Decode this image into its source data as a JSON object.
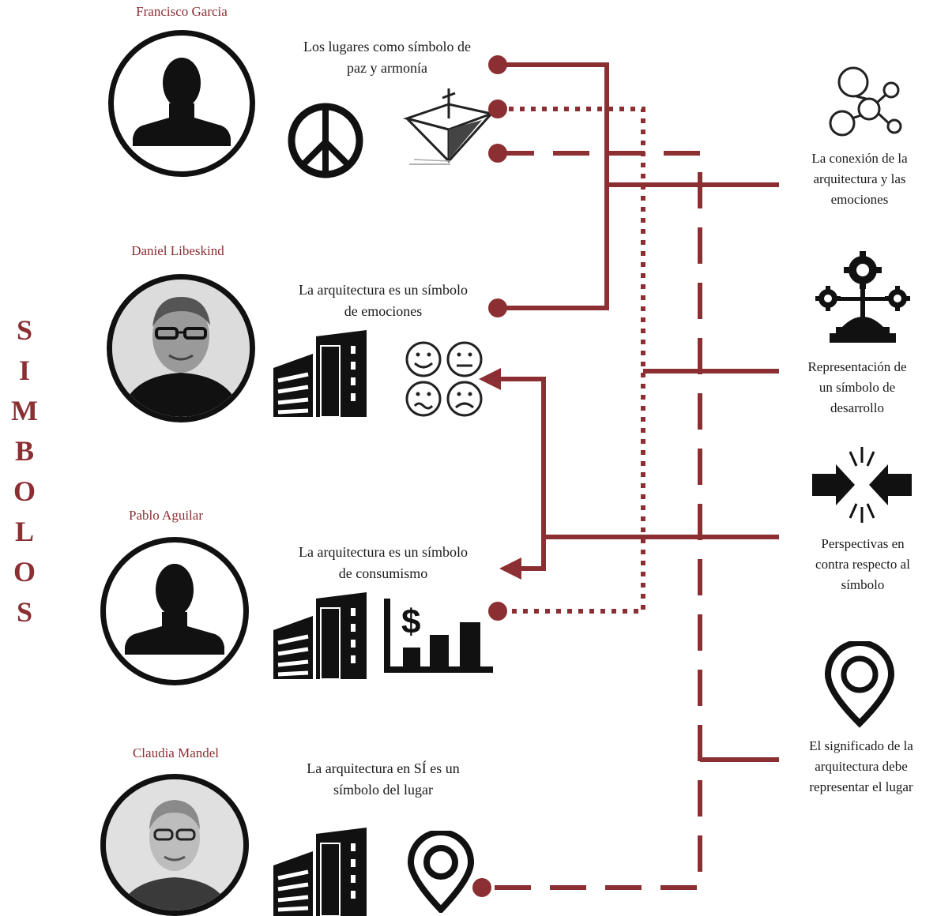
{
  "side_title": [
    "S",
    "I",
    "M",
    "B",
    "O",
    "L",
    "O",
    "S"
  ],
  "authors": [
    {
      "name": "Francisco Garcia",
      "statement_lines": [
        "Los lugares como símbolo de",
        "paz y armonía"
      ]
    },
    {
      "name": "Daniel Libeskind",
      "statement_lines": [
        "La arquitectura es un símbolo",
        "de emociones"
      ]
    },
    {
      "name": "Pablo Aguilar",
      "statement_lines": [
        "La arquitectura es un símbolo",
        "de consumismo"
      ]
    },
    {
      "name": "Claudia Mandel",
      "statement_lines": [
        "La arquitectura en SÍ es un",
        "símbolo del lugar"
      ]
    }
  ],
  "concepts": [
    {
      "icon": "network-icon",
      "lines": [
        "La conexión de la",
        "arquitectura y las",
        "emociones"
      ]
    },
    {
      "icon": "development-gears-icon",
      "lines": [
        "Representación de",
        "un símbolo de",
        "desarrollo"
      ]
    },
    {
      "icon": "opposing-arrows-icon",
      "lines": [
        "Perspectivas en",
        "contra respecto al",
        "símbolo"
      ]
    },
    {
      "icon": "location-pin-icon",
      "lines": [
        "El significado de la",
        "arquitectura debe",
        "representar el lugar"
      ]
    }
  ],
  "colors": {
    "accent": "#8b2f33",
    "ink": "#111111"
  }
}
